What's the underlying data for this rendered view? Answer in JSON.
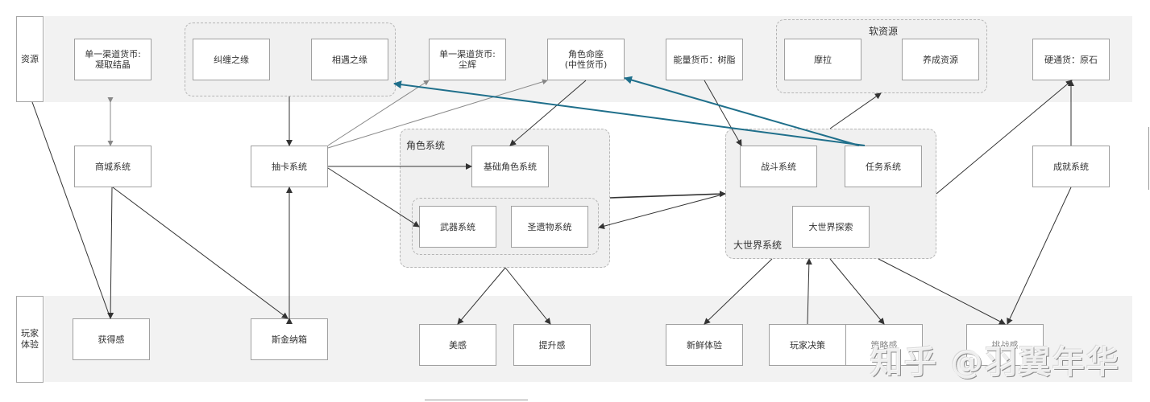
{
  "lanes": {
    "resources": {
      "label": "资源"
    },
    "experience": {
      "label": "玩家\n体验"
    }
  },
  "groups": {
    "fate": {
      "title": ""
    },
    "soft_resources": {
      "title": "软资源"
    },
    "character_system": {
      "title": "角色系统"
    },
    "equipment": {
      "title": ""
    },
    "open_world": {
      "title": "大世界系统"
    }
  },
  "nodes": {
    "crystal": "单一渠道货币:\n凝取结晶",
    "intertwined_fate": "纠缠之缘",
    "acquaint_fate": "相遇之缘",
    "stardust": "单一渠道货币:\n尘辉",
    "constellation": "角色命座\n(中性货币)",
    "resin": "能量货币：树脂",
    "mora": "摩拉",
    "growth_resources": "养成资源",
    "primogem": "硬通货：原石",
    "shop": "商城系统",
    "gacha": "抽卡系统",
    "base_character": "基础角色系统",
    "weapon": "武器系统",
    "artifact": "圣遗物系统",
    "combat": "战斗系统",
    "quest": "任务系统",
    "exploration": "大世界探索",
    "achievement": "成就系统",
    "gain": "获得感",
    "skinner_box": "斯金纳箱",
    "beauty": "美感",
    "improvement": "提升感",
    "freshness": "新鲜体验",
    "decision": "玩家决策",
    "strategy": "策略感",
    "challenge": "挑战感"
  },
  "watermark": "知乎 @羽翼年华",
  "colors": {
    "highlight_arrow": "#1f6f8b",
    "arrow": "#333333",
    "light_arrow": "#888888"
  }
}
